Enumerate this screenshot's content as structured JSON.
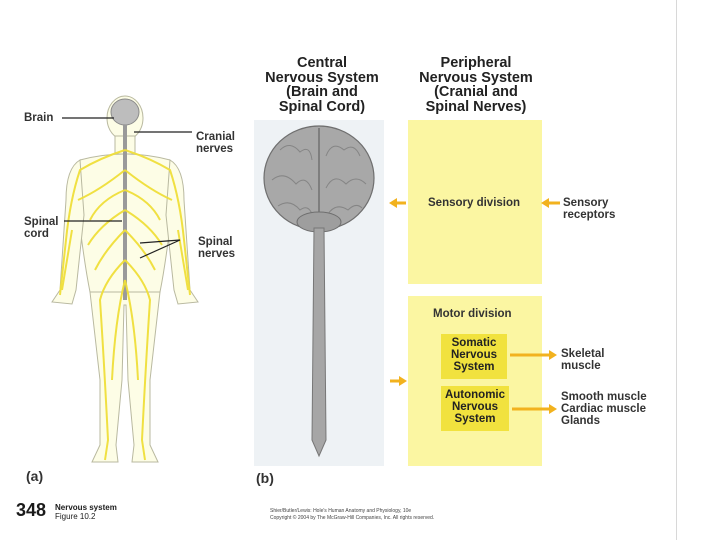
{
  "left_labels": {
    "brain": "Brain",
    "cranial": "Cranial\nnerves",
    "spinal_cord": "Spinal\ncord",
    "spinal_nerves": "Spinal\nnerves",
    "panel": "(a)"
  },
  "headers": {
    "cns": "Central\nNervous System\n(Brain and\nSpinal Cord)",
    "pns": "Peripheral\nNervous System\n(Cranial and\nSpinal Nerves)"
  },
  "right": {
    "panel": "(b)",
    "sensory_division": "Sensory division",
    "sensory_receptors": "Sensory\nreceptors",
    "motor_division": "Motor division",
    "somatic": "Somatic\nNervous\nSystem",
    "autonomic": "Autonomic\nNervous\nSystem",
    "skeletal": "Skeletal\nmuscle",
    "smooth": "Smooth muscle\nCardiac muscle\nGlands"
  },
  "footer": {
    "page_number": "348",
    "section": "Nervous system",
    "figure": "Figure 10.2",
    "credit_line1": "Shier/Butler/Lewis: Hole's Human Anatomy and Physiology, 10e",
    "credit_line2": "Copyright © 2004 by The McGraw-Hill Companies, Inc. All rights reserved."
  },
  "colors": {
    "nerve_yellow": "#f0df3a",
    "panel_light_yellow": "#fbf6a2",
    "division_box_yellow": "#f1e23e",
    "arrow_orange": "#f2b21e",
    "brain_gray": "#a8a8a8"
  }
}
